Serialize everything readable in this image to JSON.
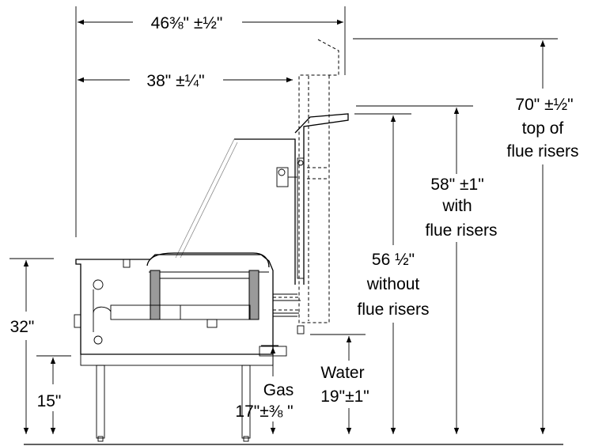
{
  "dimensions": {
    "overall_depth": "46⅜\" ±½\"",
    "body_depth": "38\" ±¼\"",
    "height_flue_risers": [
      "70\" ±½\"",
      "top of",
      "flue risers"
    ],
    "height_with_risers": [
      "58\" ±1\"",
      "with",
      "flue risers"
    ],
    "height_without_risers": [
      "56 ½\"",
      "without",
      "flue risers"
    ],
    "work_height": "32\"",
    "lower_height": "15\"",
    "water_label": "Water",
    "water_height": "19\"±1\"",
    "gas_label": "Gas",
    "gas_height": "17\"±⅜ \""
  }
}
